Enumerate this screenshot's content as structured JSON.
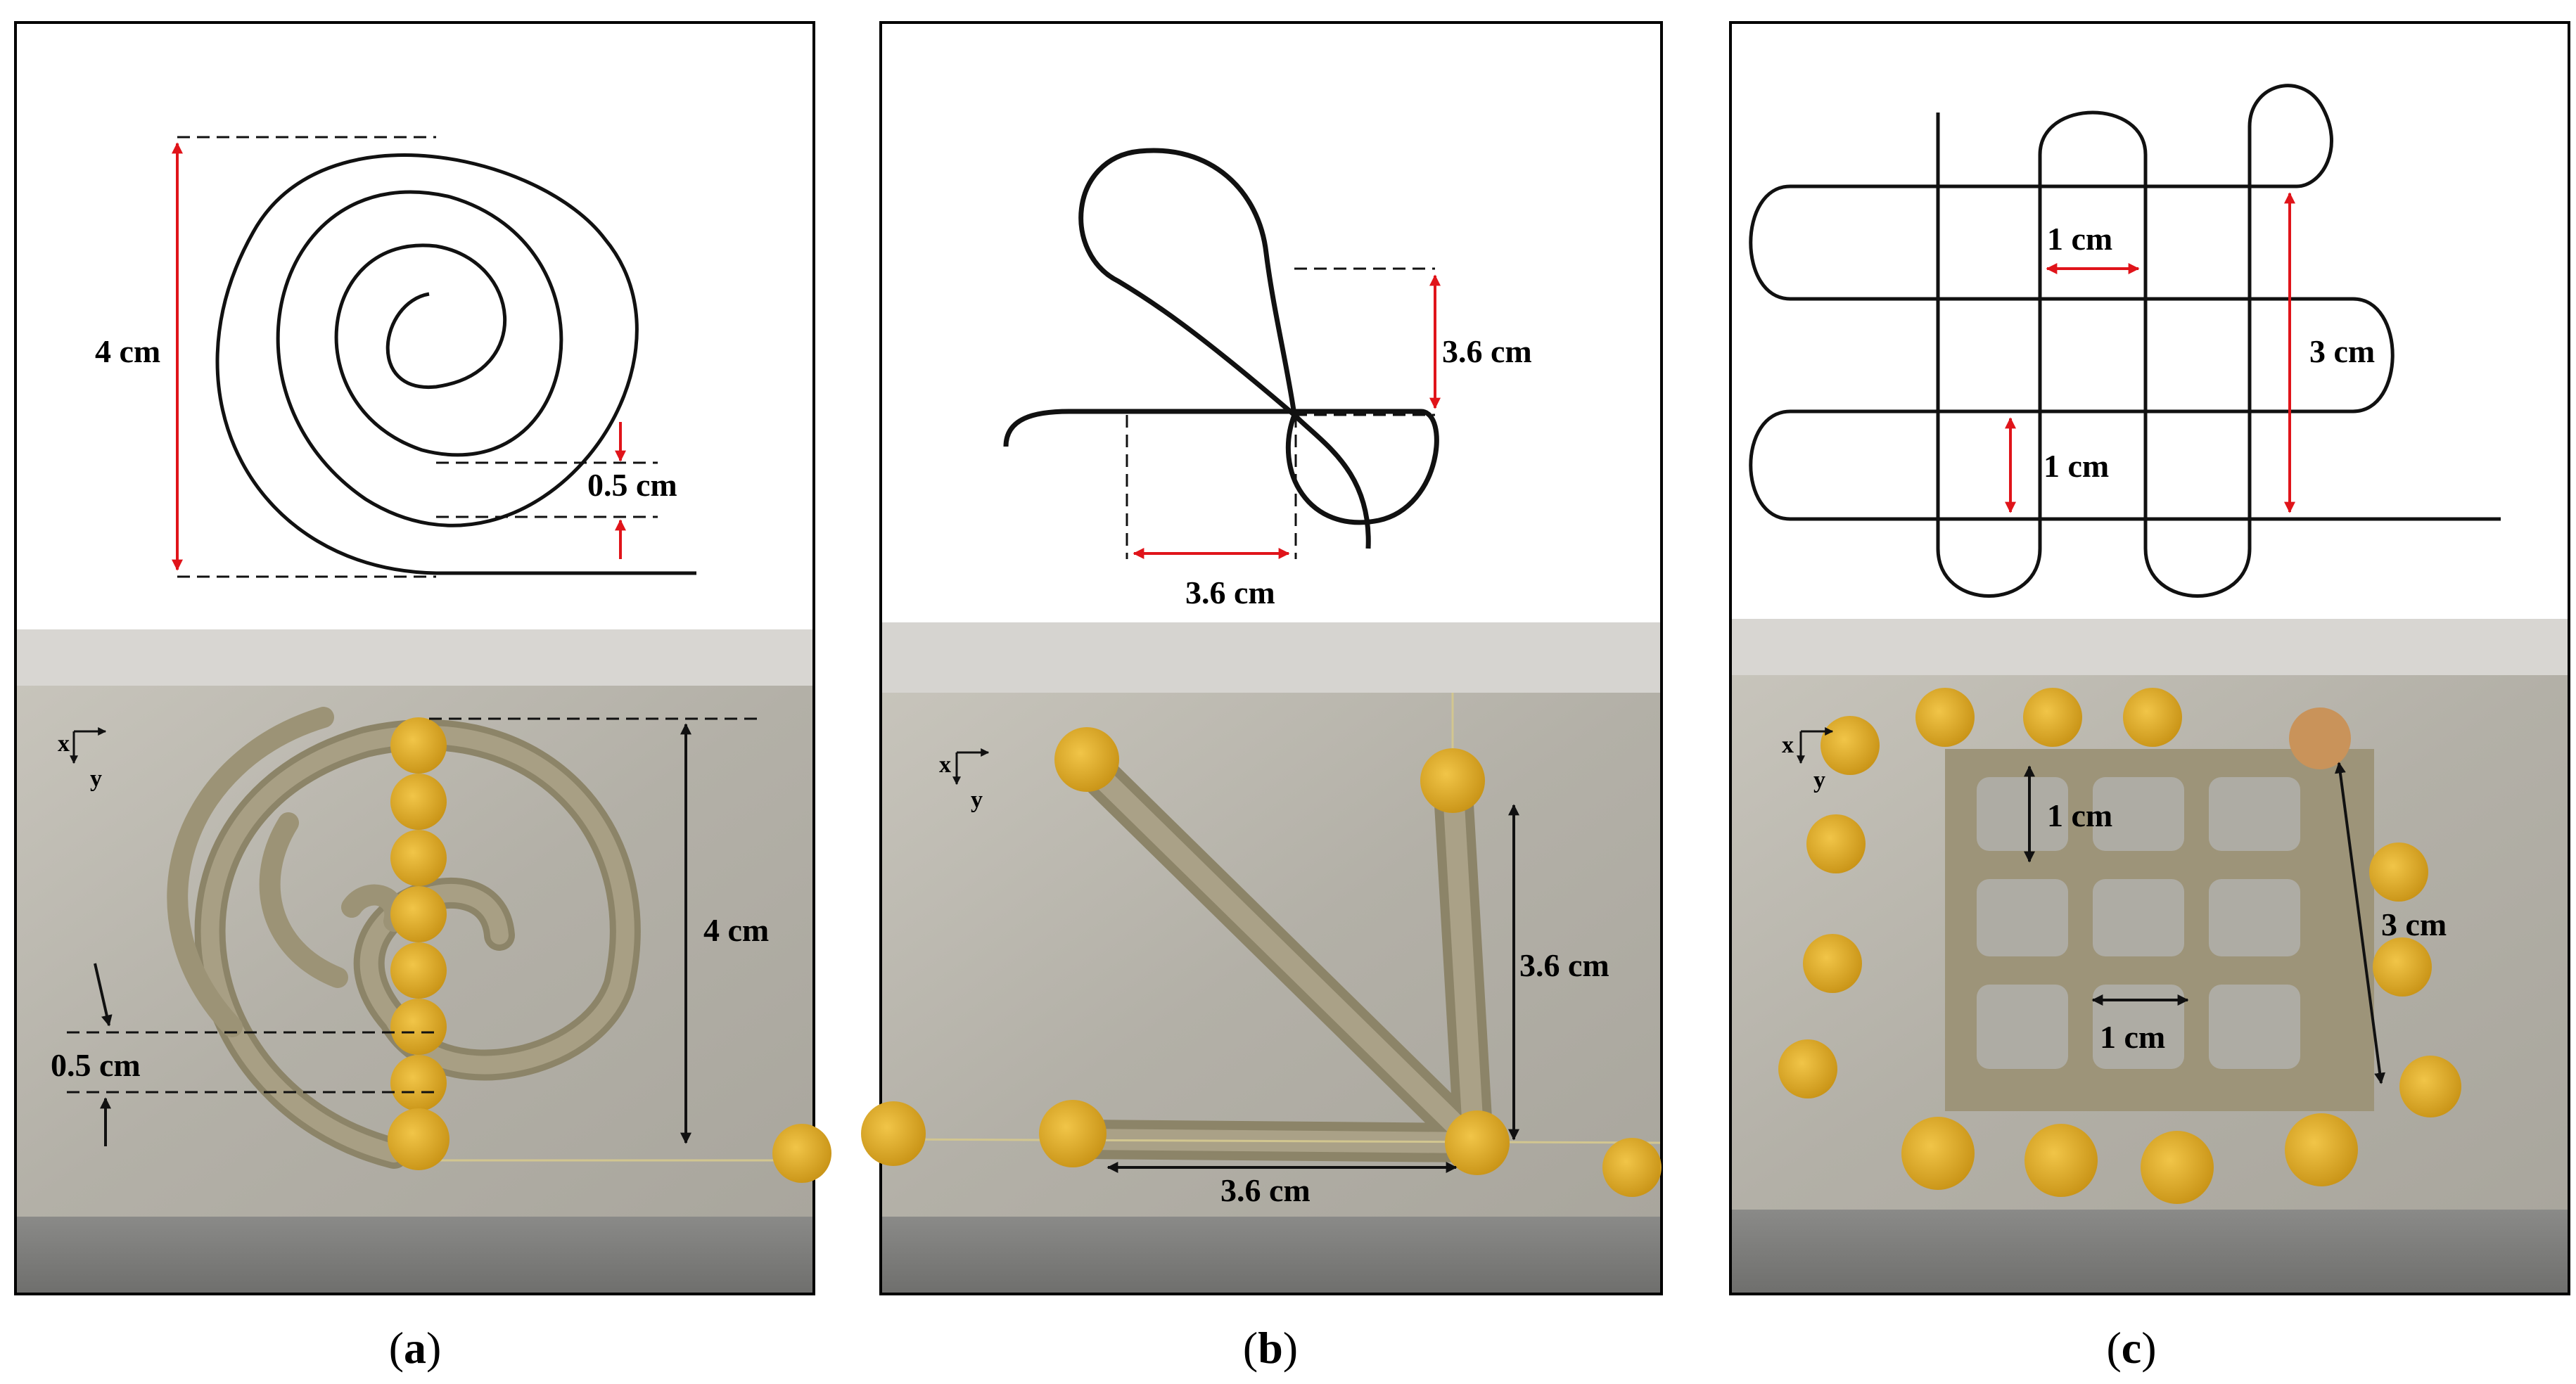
{
  "panels": [
    {
      "caption_letter": "a",
      "dims": {
        "diameter": "4 cm",
        "pitch": "0.5 cm",
        "photo_diameter": "4 cm",
        "photo_pitch": "0.5 cm"
      },
      "axes": {
        "x": "x",
        "y": "y"
      }
    },
    {
      "caption_letter": "b",
      "dims": {
        "height": "3.6 cm",
        "width": "3.6 cm",
        "photo_height": "3.6 cm",
        "photo_width": "3.6 cm"
      },
      "axes": {
        "x": "x",
        "y": "y"
      }
    },
    {
      "caption_letter": "c",
      "dims": {
        "spacing_h": "1 cm",
        "spacing_v": "1 cm",
        "total": "3 cm",
        "photo_spacing_v": "1 cm",
        "photo_total": "3 cm",
        "photo_spacing_h": "1 cm"
      },
      "axes": {
        "x": "x",
        "y": "y"
      }
    }
  ],
  "colors": {
    "dimension_red": "#e0141a",
    "line_black": "#111111",
    "plate": "#b9b6ad",
    "gel": "#9c9376",
    "tape": "#d9a51f"
  },
  "caption_format": {
    "open": "(",
    "close": ")"
  }
}
